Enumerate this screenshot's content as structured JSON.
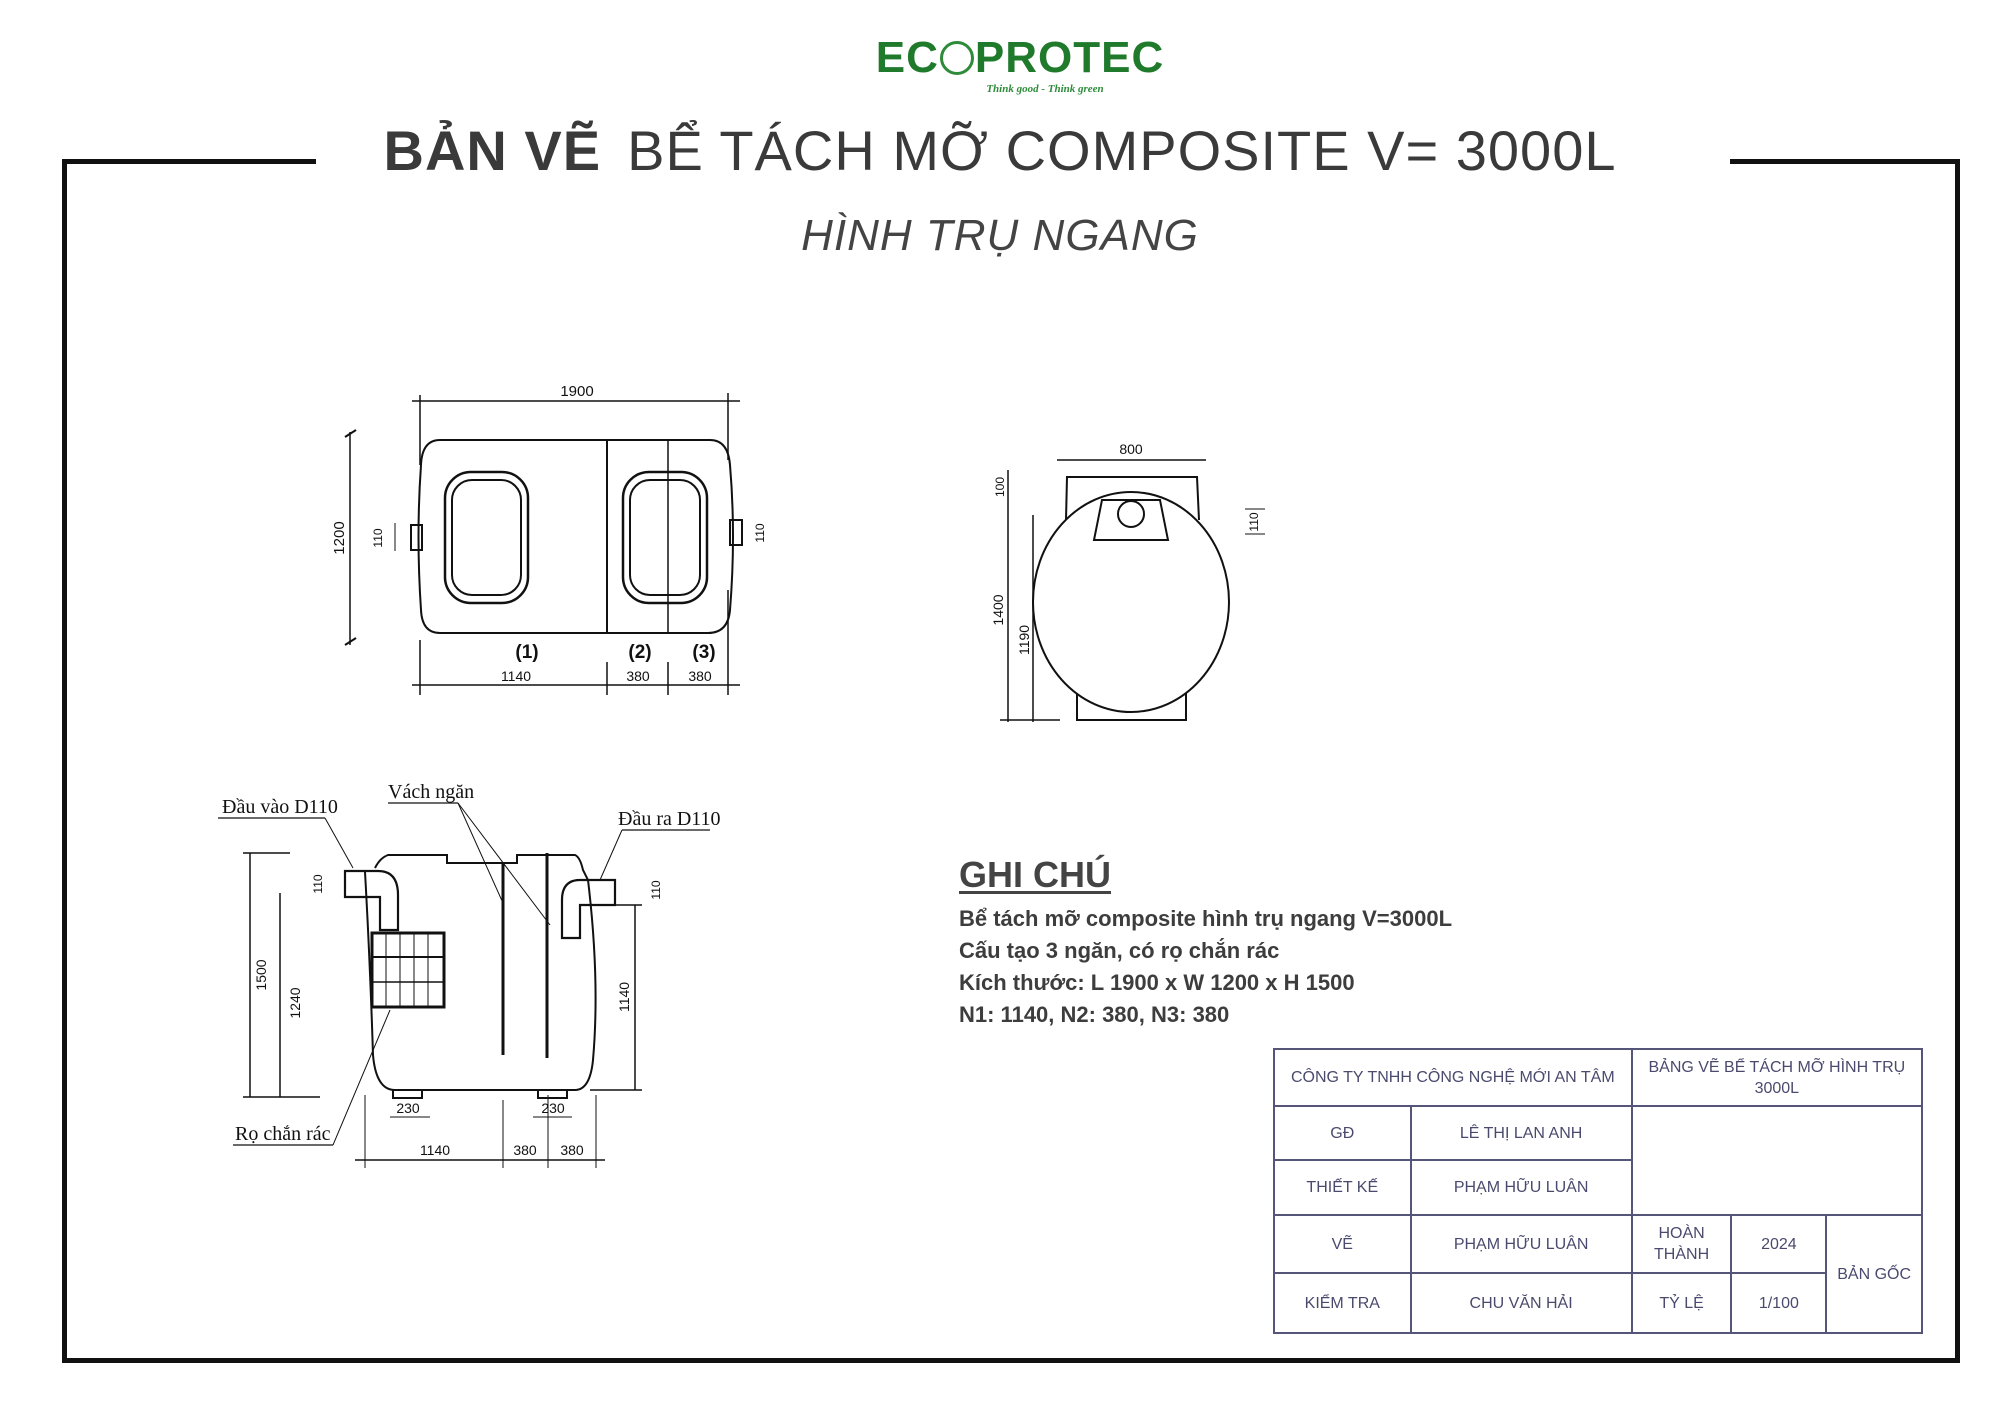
{
  "logo": {
    "name": "ECOPROTEC",
    "part1": "EC",
    "part2": "PROTEC",
    "tagline": "Think good - Think green"
  },
  "title": {
    "bold": "BẢN VẼ",
    "rest": "BỂ TÁCH MỠ COMPOSITE V= 3000L",
    "subtitle": "HÌNH TRỤ NGANG"
  },
  "top_view": {
    "length": "1900",
    "width": "1200",
    "pipe": "110",
    "pipe_out": "110",
    "c1": "(1)",
    "c2": "(2)",
    "c3": "(3)",
    "n1": "1140",
    "n2": "380",
    "n3": "380"
  },
  "side_view": {
    "width": "800",
    "height": "1400",
    "inner": "1190",
    "top": "100",
    "pipe": "110"
  },
  "section": {
    "inlet": "Đầu vào D110",
    "partition": "Vách ngăn",
    "outlet": "Đầu ra D110",
    "basket": "Rọ chắn rác",
    "h_total": "1500",
    "h_inlet": "1240",
    "h_outlet": "1140",
    "pipe_in": "110",
    "pipe_out": "110",
    "foot1": "230",
    "foot2": "230",
    "n1": "1140",
    "n2": "380",
    "n3": "380"
  },
  "notes": {
    "heading": "GHI CHÚ",
    "lines": [
      "Bể tách mỡ composite hình trụ ngang V=3000L",
      "Cấu tạo 3 ngăn, có rọ chắn rác",
      "Kích thước: L 1900 x W 1200 x H 1500",
      "N1: 1140, N2: 380, N3: 380"
    ]
  },
  "title_block": {
    "company": "CÔNG TY TNHH CÔNG NGHỆ MỚI AN TÂM",
    "drawing": "BẢNG VẼ BỂ TÁCH MỠ HÌNH TRỤ 3000L",
    "rows": [
      {
        "role": "GĐ",
        "name": "LÊ THỊ LAN ANH"
      },
      {
        "role": "THIẾT KẾ",
        "name": "PHẠM HỮU LUÂN"
      },
      {
        "role": "VẼ",
        "name": "PHẠM HỮU LUÂN"
      },
      {
        "role": "KIỂM TRA",
        "name": "CHU VĂN HẢI"
      }
    ],
    "completed_label": "HOÀN THÀNH",
    "completed_value": "2024",
    "scale_label": "TỶ LỆ",
    "scale_value": "1/100",
    "original": "BẢN GỐC"
  }
}
